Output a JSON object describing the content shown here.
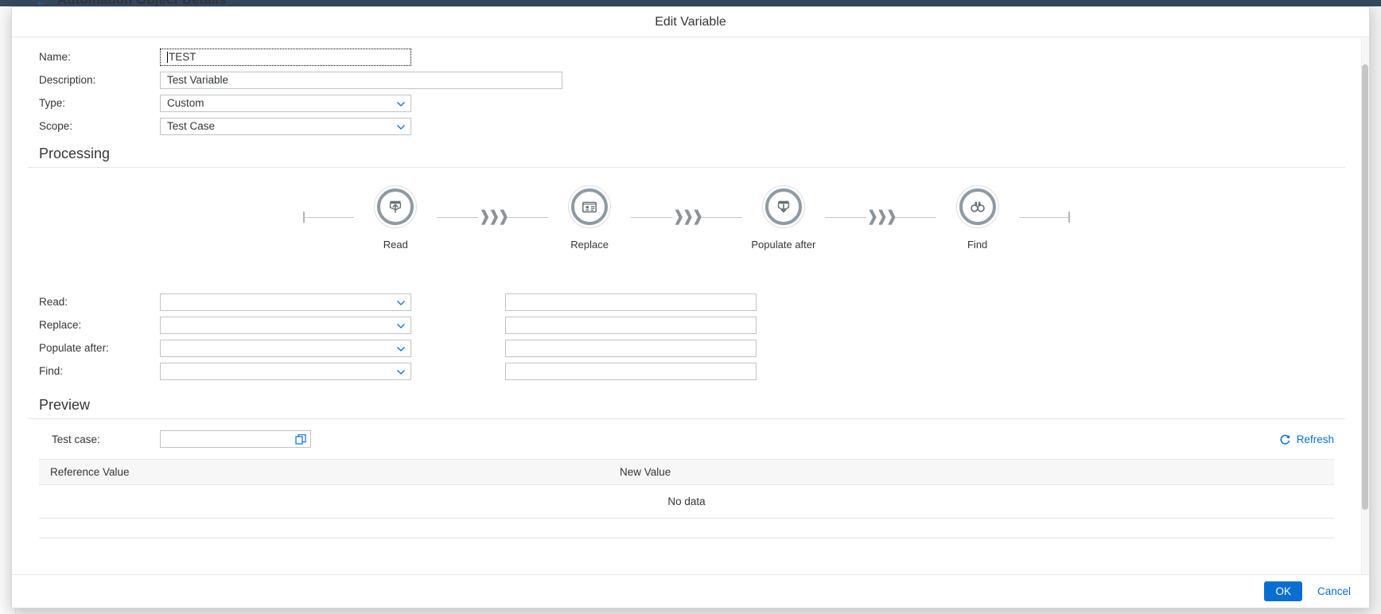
{
  "background": {
    "title": "Automation Object Details",
    "back_icon": "back-arrow-icon"
  },
  "dialog": {
    "title": "Edit Variable"
  },
  "form": {
    "fields": [
      {
        "label": "Name:",
        "value": "TEST",
        "control": "input-focused"
      },
      {
        "label": "Description:",
        "value": "Test Variable",
        "control": "input"
      },
      {
        "label": "Type:",
        "value": "Custom",
        "control": "select"
      },
      {
        "label": "Scope:",
        "value": "Test Case",
        "control": "select"
      }
    ]
  },
  "processing": {
    "heading": "Processing",
    "flow_steps": [
      {
        "label": "Read",
        "icon": "upload-box-icon"
      },
      {
        "label": "Replace",
        "icon": "id-card-icon"
      },
      {
        "label": "Populate after",
        "icon": "download-box-icon"
      },
      {
        "label": "Find",
        "icon": "binoculars-icon"
      }
    ],
    "flow_connector_icon": "triple-chevron-right-icon",
    "rows": [
      {
        "label": "Read:",
        "select_value": "",
        "text_value": ""
      },
      {
        "label": "Replace:",
        "select_value": "",
        "text_value": ""
      },
      {
        "label": "Populate after:",
        "select_value": "",
        "text_value": ""
      },
      {
        "label": "Find:",
        "select_value": "",
        "text_value": ""
      }
    ]
  },
  "preview": {
    "heading": "Preview",
    "test_case_label": "Test case:",
    "test_case_value": "",
    "value_help_icon": "value-help-icon",
    "refresh_label": "Refresh",
    "refresh_icon": "refresh-icon",
    "table": {
      "columns": [
        "Reference Value",
        "New Value"
      ],
      "rows": [],
      "empty_text": "No data"
    }
  },
  "footer": {
    "ok_label": "OK",
    "cancel_label": "Cancel"
  },
  "colors": {
    "accent": "#0a6ed1",
    "shell_bar": "#354a5f",
    "flow_ring": "#8c9ba5",
    "text": "#32363a"
  }
}
